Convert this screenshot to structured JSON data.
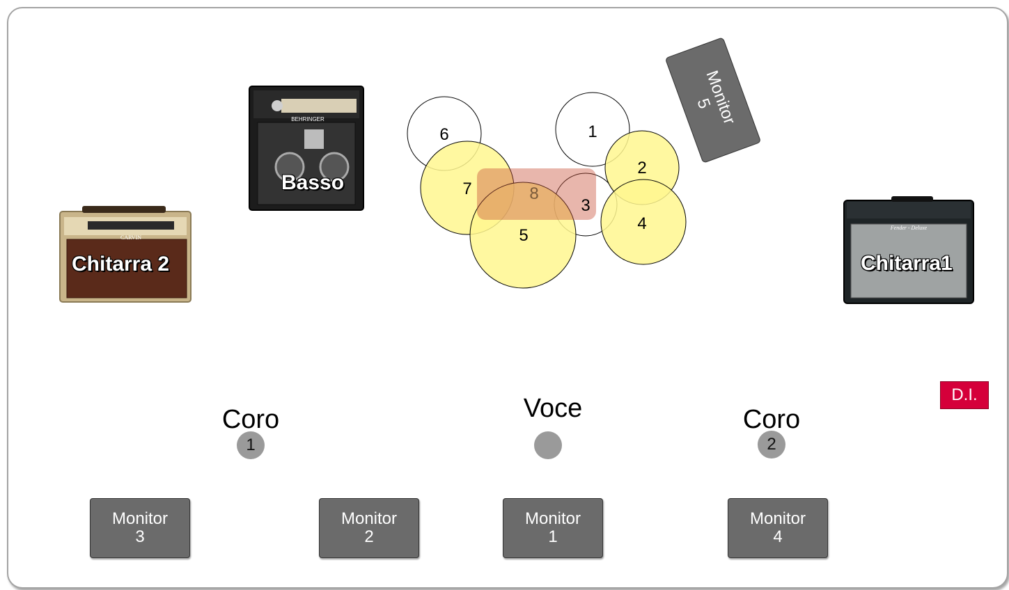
{
  "drums": [
    {
      "num": "1",
      "fill": false
    },
    {
      "num": "2",
      "fill": true
    },
    {
      "num": "3",
      "fill": false
    },
    {
      "num": "4",
      "fill": true
    },
    {
      "num": "5",
      "fill": true
    },
    {
      "num": "6",
      "fill": false
    },
    {
      "num": "7",
      "fill": true
    }
  ],
  "riser_label": "8",
  "amps": {
    "bass_label": "Basso",
    "guitar2_label": "Chitarra 2",
    "guitar1_label": "Chitarra1",
    "bass_brand": "BEHRINGER",
    "guitar2_brand": "CARVIN",
    "guitar1_brand": "Fender - Deluxe"
  },
  "monitor5": {
    "line1": "Monitor",
    "line2": "5"
  },
  "vocals": [
    {
      "label": "Coro",
      "mic": "1"
    },
    {
      "label": "Voce",
      "mic": ""
    },
    {
      "label": "Coro",
      "mic": "2"
    }
  ],
  "di_label": "D.I.",
  "monitors": [
    {
      "line1": "Monitor",
      "line2": "3"
    },
    {
      "line1": "Monitor",
      "line2": "2"
    },
    {
      "line1": "Monitor",
      "line2": "1"
    },
    {
      "line1": "Monitor",
      "line2": "4"
    }
  ],
  "colors": {
    "drum_fill": "#fff78f",
    "riser": "#c8503a",
    "monitor": "#6b6b6b",
    "di": "#d5003a",
    "mic": "#9a9a9a"
  }
}
